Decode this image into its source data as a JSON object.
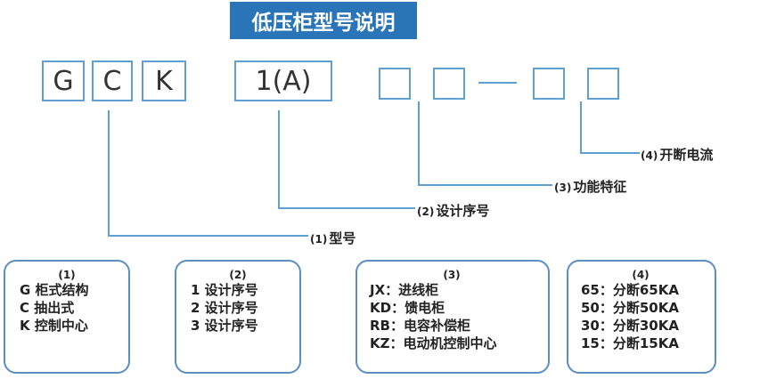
{
  "title": "低压柜型号说明",
  "code": {
    "letters": [
      "G",
      "C",
      "K"
    ],
    "design": "1(A)"
  },
  "callouts": [
    {
      "num": "(4)",
      "text": "开断电流"
    },
    {
      "num": "(3)",
      "text": "功能特征"
    },
    {
      "num": "(2)",
      "text": "设计序号"
    },
    {
      "num": "(1)",
      "text": "型号"
    }
  ],
  "boxes": [
    {
      "head": "(1)",
      "lines": [
        "G 柜式结构",
        "C 抽出式",
        "K 控制中心"
      ]
    },
    {
      "head": "(2)",
      "lines": [
        "1 设计序号",
        "2 设计序号",
        "3 设计序号"
      ]
    },
    {
      "head": "(3)",
      "lines": [
        "JX：进线柜",
        "KD：馈电柜",
        "RB：电容补偿柜",
        "KZ：电动机控制中心"
      ]
    },
    {
      "head": "(4)",
      "lines": [
        "65：分断65KA",
        "50：分断50KA",
        "30：分断30KA",
        "15：分断15KA"
      ]
    }
  ],
  "colors": {
    "title_bg": "#2a74b8",
    "box_border": "#5f9fd1",
    "line": "#5f9fd1",
    "info_border": "#5b8ec4"
  }
}
